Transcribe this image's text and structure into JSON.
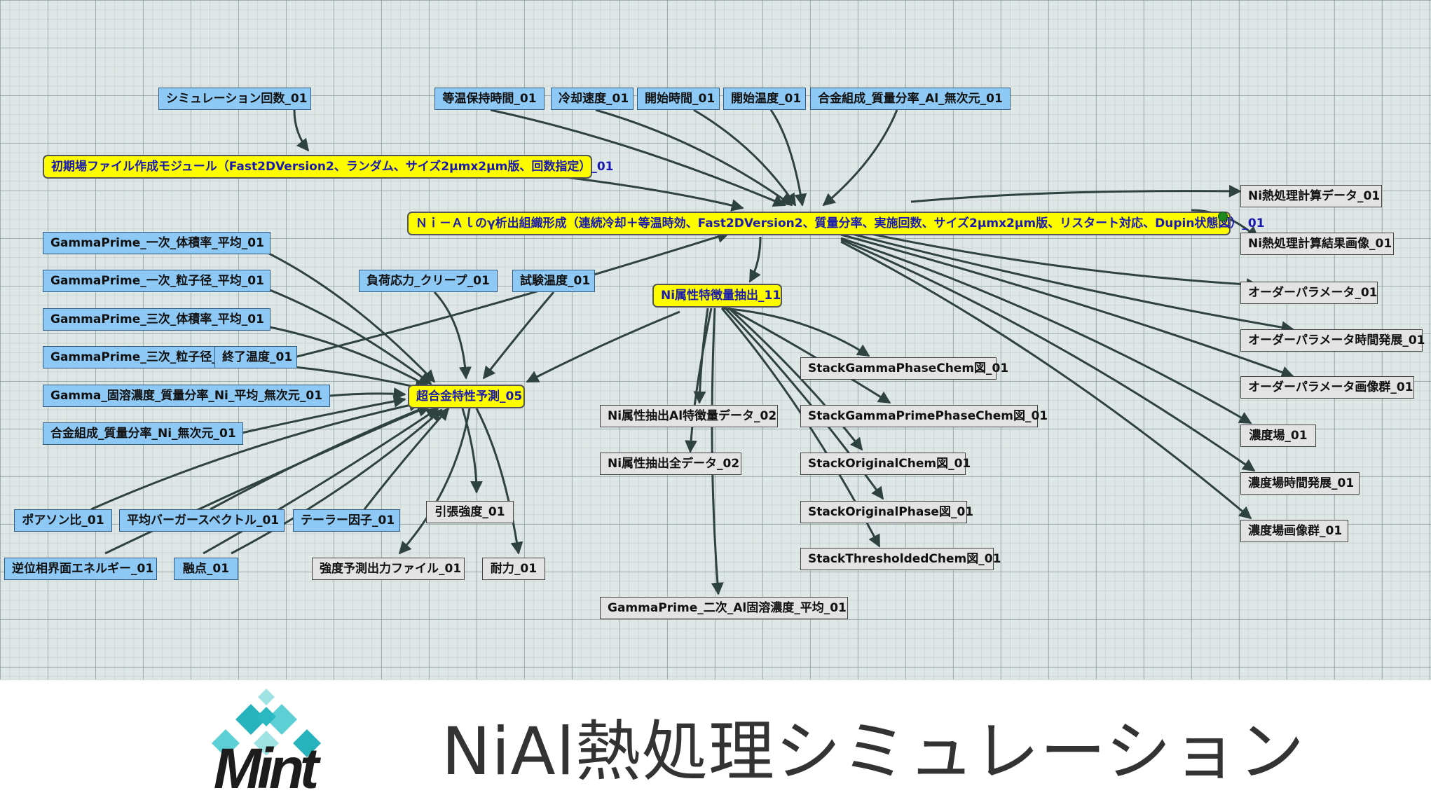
{
  "title": "NiAl熱処理シミュレーション",
  "logo": {
    "text": "Mint",
    "colors": [
      "#27b3bc",
      "#5cd0d5",
      "#9fe3e4",
      "#1c1c1c"
    ]
  },
  "colors": {
    "input": "#8ec9f5",
    "output": "#e3e3e3",
    "module": "#fcfb00",
    "edge": "#2e4240",
    "grid_bg": "#dfe7e6"
  },
  "nodes": {
    "sim_count": "シミュレーション回数_01",
    "hold_time": "等温保持時間_01",
    "cool_rate": "冷却速度_01",
    "start_time": "開始時間_01",
    "start_temp": "開始温度_01",
    "alloy_al": "合金組成_質量分率_Al_無次元_01",
    "init_module": "初期場ファイル作成モジュール（Fast2DVersion2、ランダム、サイズ2μmx2μm版、回数指定）_01",
    "nial_module": "Ｎｉ－Ａｌのγ析出組織形成（連続冷却＋等温時効、Fast2DVersion2、質量分率、実施回数、サイズ2μmx2μm版、リスタート対応、Dupin状態図）_01",
    "gp1_vol": "GammaPrime_一次_体積率_平均_01",
    "gp1_size": "GammaPrime_一次_粒子径_平均_01",
    "gp3_vol": "GammaPrime_三次_体積率_平均_01",
    "gp3_size": "GammaPrime_三次_粒子径_",
    "end_temp": "終了温度_01",
    "gamma_ni": "Gamma_固溶濃度_質量分率_Ni_平均_無次元_01",
    "alloy_ni": "合金組成_質量分率_Ni_無次元_01",
    "creep_load": "負荷応力_クリープ_01",
    "test_temp": "試験温度_01",
    "ni_extract": "Ni属性特徴量抽出_11",
    "superalloy": "超合金特性予測_05",
    "poisson": "ポアソン比_01",
    "burgers": "平均バーガースベクトル_01",
    "taylor": "テーラー因子_01",
    "apb_energy": "逆位相界面エネルギー_01",
    "melting": "融点_01",
    "tensile": "引張強度_01",
    "strength_file": "強度予測出力ファイル_01",
    "endurance": "耐力_01",
    "ni_al_feat": "Ni属性抽出Al特徴量データ_02",
    "ni_all": "Ni属性抽出全データ_02",
    "gp2_al": "GammaPrime_二次_Al固溶濃度_平均_01",
    "stack_gamma": "StackGammaPhaseChem図_01",
    "stack_gammap": "StackGammaPrimePhaseChem図_01",
    "stack_origchem": "StackOriginalChem図_01",
    "stack_origphase": "StackOriginalPhase図_01",
    "stack_thresh": "StackThresholdedChem図_01",
    "out_calc_data": "Ni熱処理計算データ_01",
    "out_calc_img": "Ni熱処理計算結果画像_01",
    "out_order": "オーダーパラメータ_01",
    "out_order_time": "オーダーパラメータ時間発展_01",
    "out_order_img": "オーダーパラメータ画像群_01",
    "out_conc": "濃度場_01",
    "out_conc_time": "濃度場時間発展_01",
    "out_conc_img": "濃度場画像群_01"
  }
}
